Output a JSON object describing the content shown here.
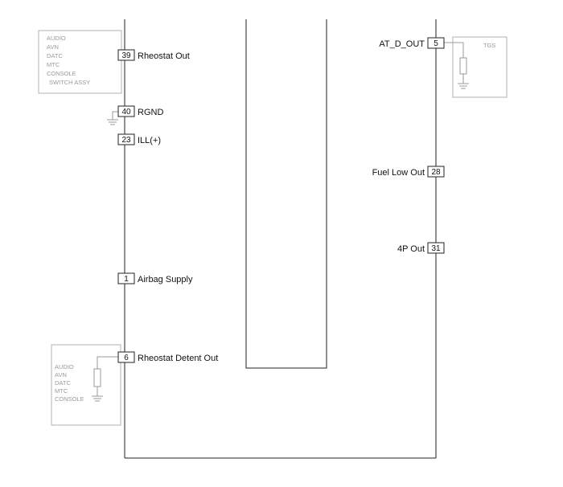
{
  "left_pins": [
    {
      "id": "p39",
      "num": "39",
      "label": "Rheostat Out"
    },
    {
      "id": "p40",
      "num": "40",
      "label": "RGND"
    },
    {
      "id": "p23",
      "num": "23",
      "label": "ILL(+)"
    },
    {
      "id": "p1",
      "num": "1",
      "label": "Airbag Supply"
    },
    {
      "id": "p6",
      "num": "6",
      "label": "Rheostat Detent Out"
    }
  ],
  "right_pins": [
    {
      "id": "p5",
      "num": "5",
      "label": "AT_D_OUT"
    },
    {
      "id": "p28",
      "num": "28",
      "label": "Fuel Low Out"
    },
    {
      "id": "p31",
      "num": "31",
      "label": "4P Out"
    }
  ],
  "external_boxes": {
    "top_left": [
      "AUDIO",
      "AVN",
      "DATC",
      "MTC",
      "CONSOLE",
      "SWITCH ASSY"
    ],
    "bottom_left": [
      "AUDIO",
      "AVN",
      "DATC",
      "MTC",
      "CONSOLE"
    ],
    "top_right": [
      "TGS"
    ]
  }
}
